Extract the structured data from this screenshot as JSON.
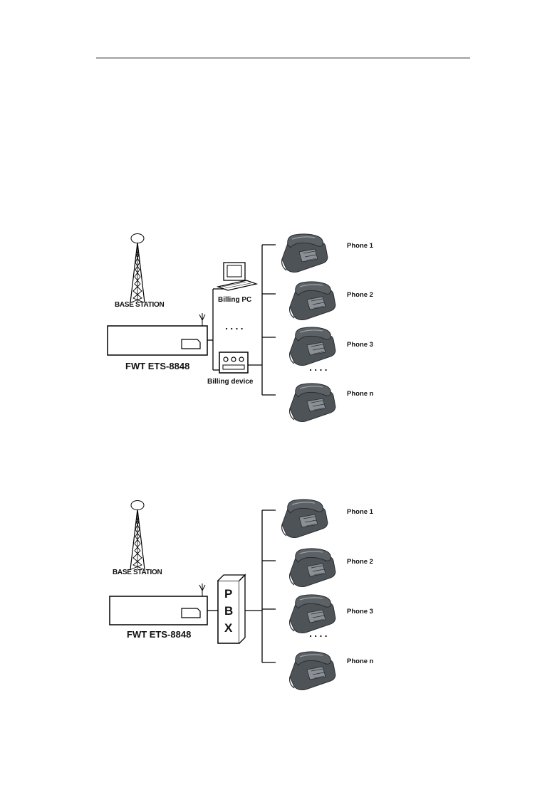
{
  "diagram1": {
    "base_station": "BASE STATION",
    "fwt": "FWT ETS-8848",
    "billing_pc": "Billing PC",
    "billing_device": "Billing device",
    "dots_mid": "....",
    "dots_phones": "....",
    "phones": [
      "Phone 1",
      "Phone 2",
      "Phone 3",
      "Phone n"
    ]
  },
  "diagram2": {
    "base_station": "BASE STATION",
    "fwt": "FWT ETS-8848",
    "pbx_letters": [
      "P",
      "B",
      "X"
    ],
    "dots_phones": "....",
    "phones": [
      "Phone 1",
      "Phone 2",
      "Phone 3",
      "Phone n"
    ]
  },
  "colors": {
    "phone_body": "#4e5358",
    "phone_dark": "#2a2d30",
    "phone_light": "#8a9096",
    "line": "#000000"
  }
}
